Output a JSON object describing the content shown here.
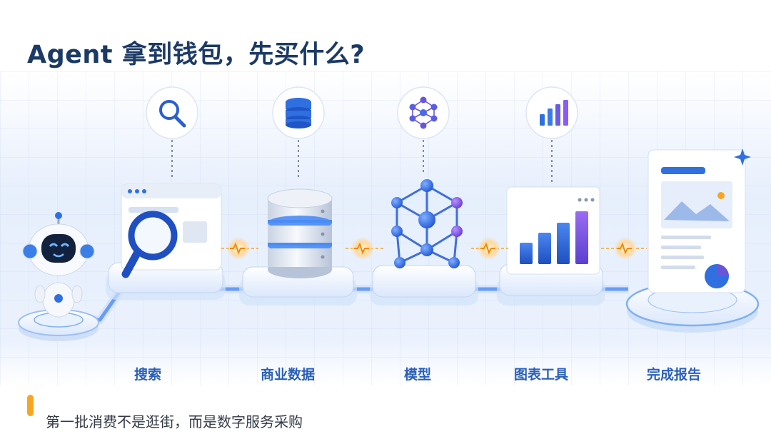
{
  "title": "Agent 拿到钱包，先买什么?",
  "steps": [
    {
      "label": "搜索",
      "icon": "search-icon"
    },
    {
      "label": "商业数据",
      "icon": "database-icon"
    },
    {
      "label": "模型",
      "icon": "network-model-icon"
    },
    {
      "label": "图表工具",
      "icon": "bar-chart-icon"
    },
    {
      "label": "完成报告",
      "icon": "report-icon"
    }
  ],
  "footer": "第一批消费不是逛街，而是数字服务采购",
  "colors": {
    "title": "#1c3a66",
    "label": "#2a5fb8",
    "accent_orange": "#f5a623",
    "blue": "#2f6fe0",
    "purple": "#7b4fe0"
  }
}
